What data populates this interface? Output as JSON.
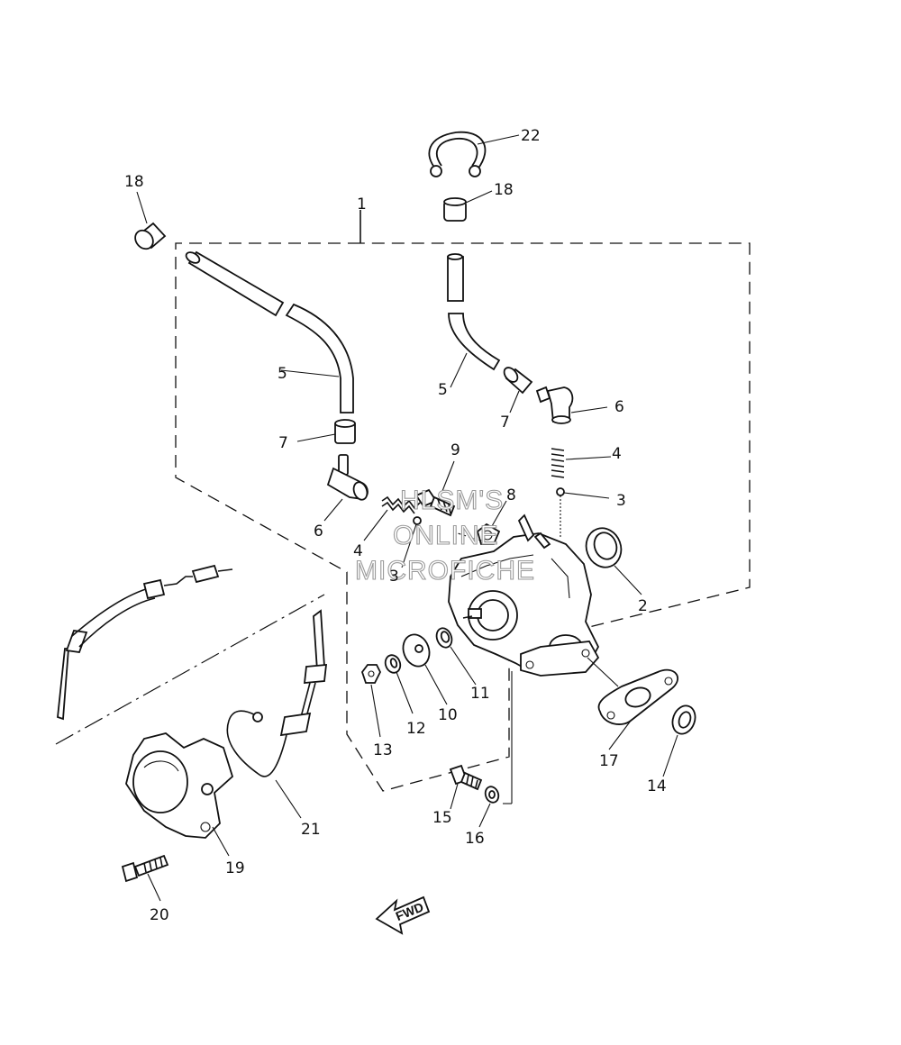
{
  "watermark": {
    "line1": "HLSM'S",
    "line2": "ONLINE",
    "line3": "MICROFICHE"
  },
  "fwd_label": "FWD",
  "callouts": {
    "c1": "1",
    "c2": "2",
    "c3a": "3",
    "c3b": "3",
    "c4a": "4",
    "c4b": "4",
    "c5a": "5",
    "c5b": "5",
    "c6a": "6",
    "c6b": "6",
    "c7a": "7",
    "c7b": "7",
    "c8": "8",
    "c9": "9",
    "c10": "10",
    "c11": "11",
    "c12": "12",
    "c13": "13",
    "c14": "14",
    "c15": "15",
    "c16": "16",
    "c17": "17",
    "c18a": "18",
    "c18b": "18",
    "c19": "19",
    "c20": "20",
    "c21": "21",
    "c22": "22"
  }
}
